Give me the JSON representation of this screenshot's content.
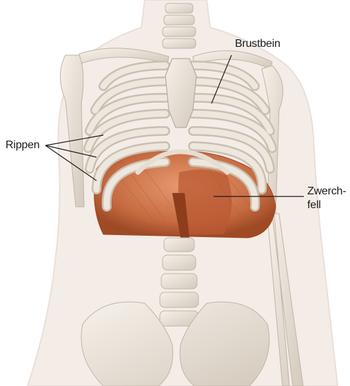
{
  "labels": {
    "sternum": "Brustbein",
    "ribs": "Rippen",
    "diaphragm_line1": "Zwerch-",
    "diaphragm_line2": "fell"
  },
  "colors": {
    "bone": "#ece5da",
    "bone_shadow": "#c9bfb1",
    "body_silhouette": "#f3ebe6",
    "muscle": "#d9865e",
    "muscle_dark": "#a84f2a",
    "leader_line": "#1a1a1a"
  }
}
